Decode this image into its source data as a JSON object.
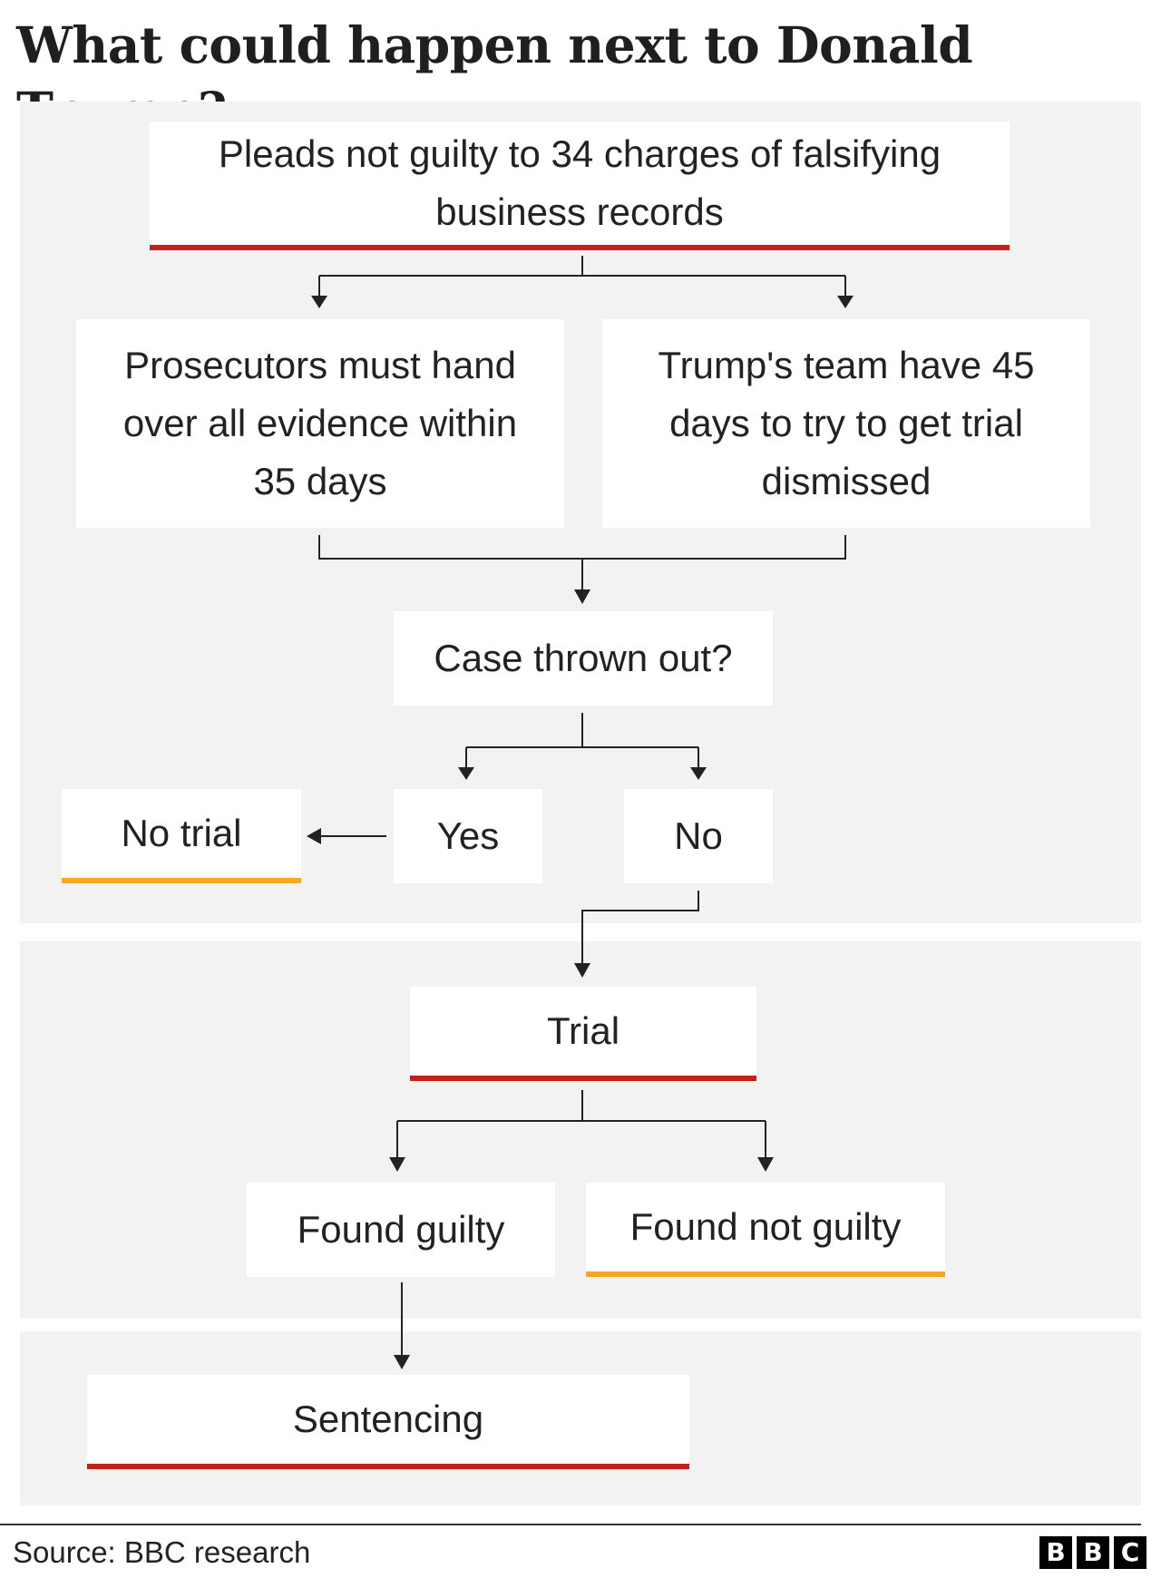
{
  "title": "What could happen next to Donald Trump?",
  "nodes": {
    "pleads": "Pleads not guilty to 34 charges of falsifying business records",
    "prosecutors": "Prosecutors must hand over all evidence within 35 days",
    "team": "Trump's team have 45 days to try to get trial dismissed",
    "case_thrown_out": "Case thrown out?",
    "yes": "Yes",
    "no": "No",
    "no_trial": "No trial",
    "trial": "Trial",
    "found_guilty": "Found guilty",
    "found_not_guilty": "Found not guilty",
    "sentencing": "Sentencing"
  },
  "source": "Source: BBC research",
  "logo": [
    "B",
    "B",
    "C"
  ],
  "colors": {
    "panel": "#f2f2f2",
    "red_accent": "#c3211a",
    "orange_accent": "#f6a724",
    "connector": "#222222"
  }
}
